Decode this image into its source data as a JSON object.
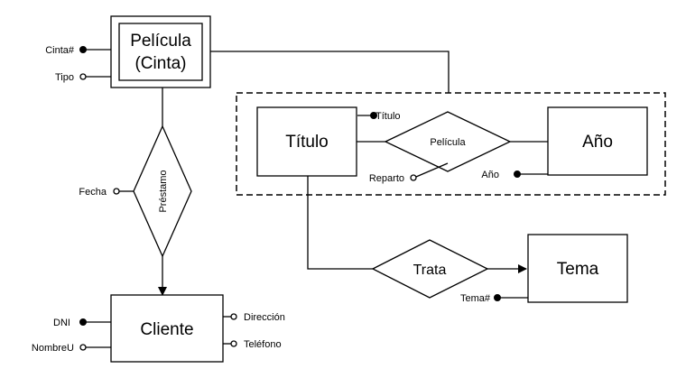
{
  "entities": {
    "pelicula_cinta": {
      "line1": "Película",
      "line2": "(Cinta)"
    },
    "titulo": "Título",
    "anio": "Año",
    "tema": "Tema",
    "cliente": "Cliente"
  },
  "relationships": {
    "prestamo": "Préstamo",
    "pelicula": "Película",
    "trata": "Trata"
  },
  "attributes": {
    "cinta_num": "Cinta#",
    "tipo": "Tipo",
    "fecha": "Fecha",
    "titulo_attr": "Título",
    "reparto": "Reparto",
    "anio_attr": "Año",
    "tema_num": "Tema#",
    "dni": "DNI",
    "nombre_u": "NombreU",
    "direccion": "Dirección",
    "telefono": "Teléfono"
  }
}
